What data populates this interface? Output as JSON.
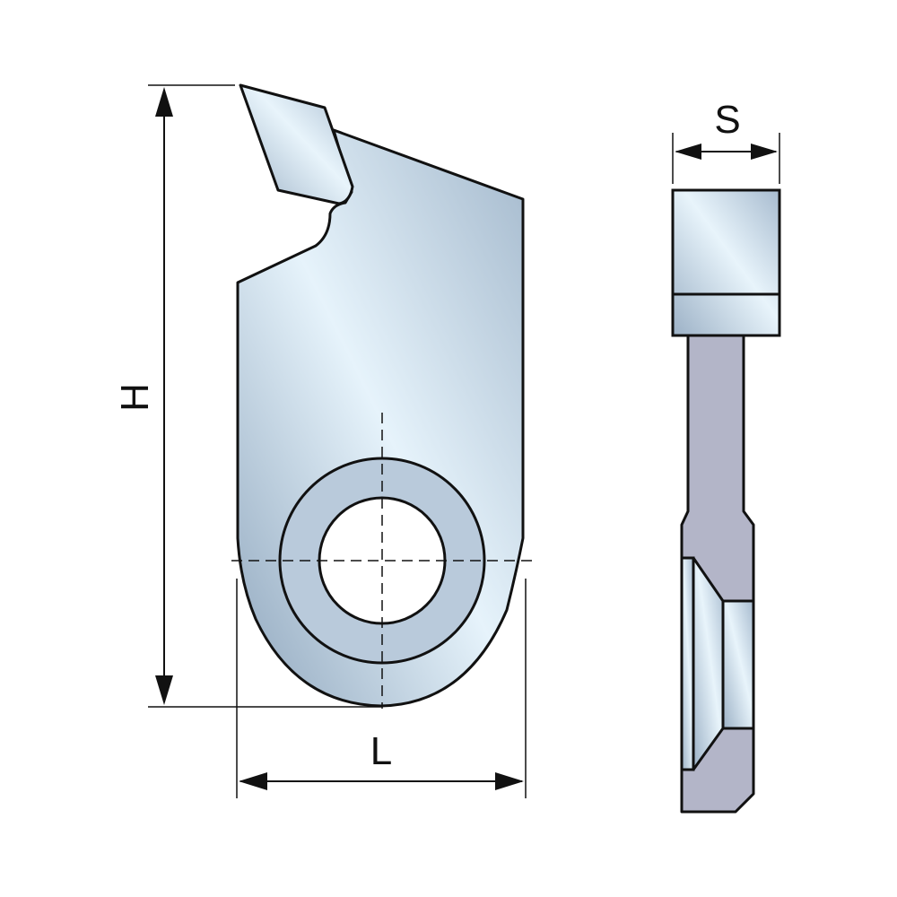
{
  "dimensions": {
    "height_label": "H",
    "length_label": "L",
    "thickness_label": "S"
  },
  "colors": {
    "body_light": "#e6f3fb",
    "body_dark": "#9fb4c8",
    "side_shank": "#b3b5c8",
    "outline": "#111111"
  }
}
